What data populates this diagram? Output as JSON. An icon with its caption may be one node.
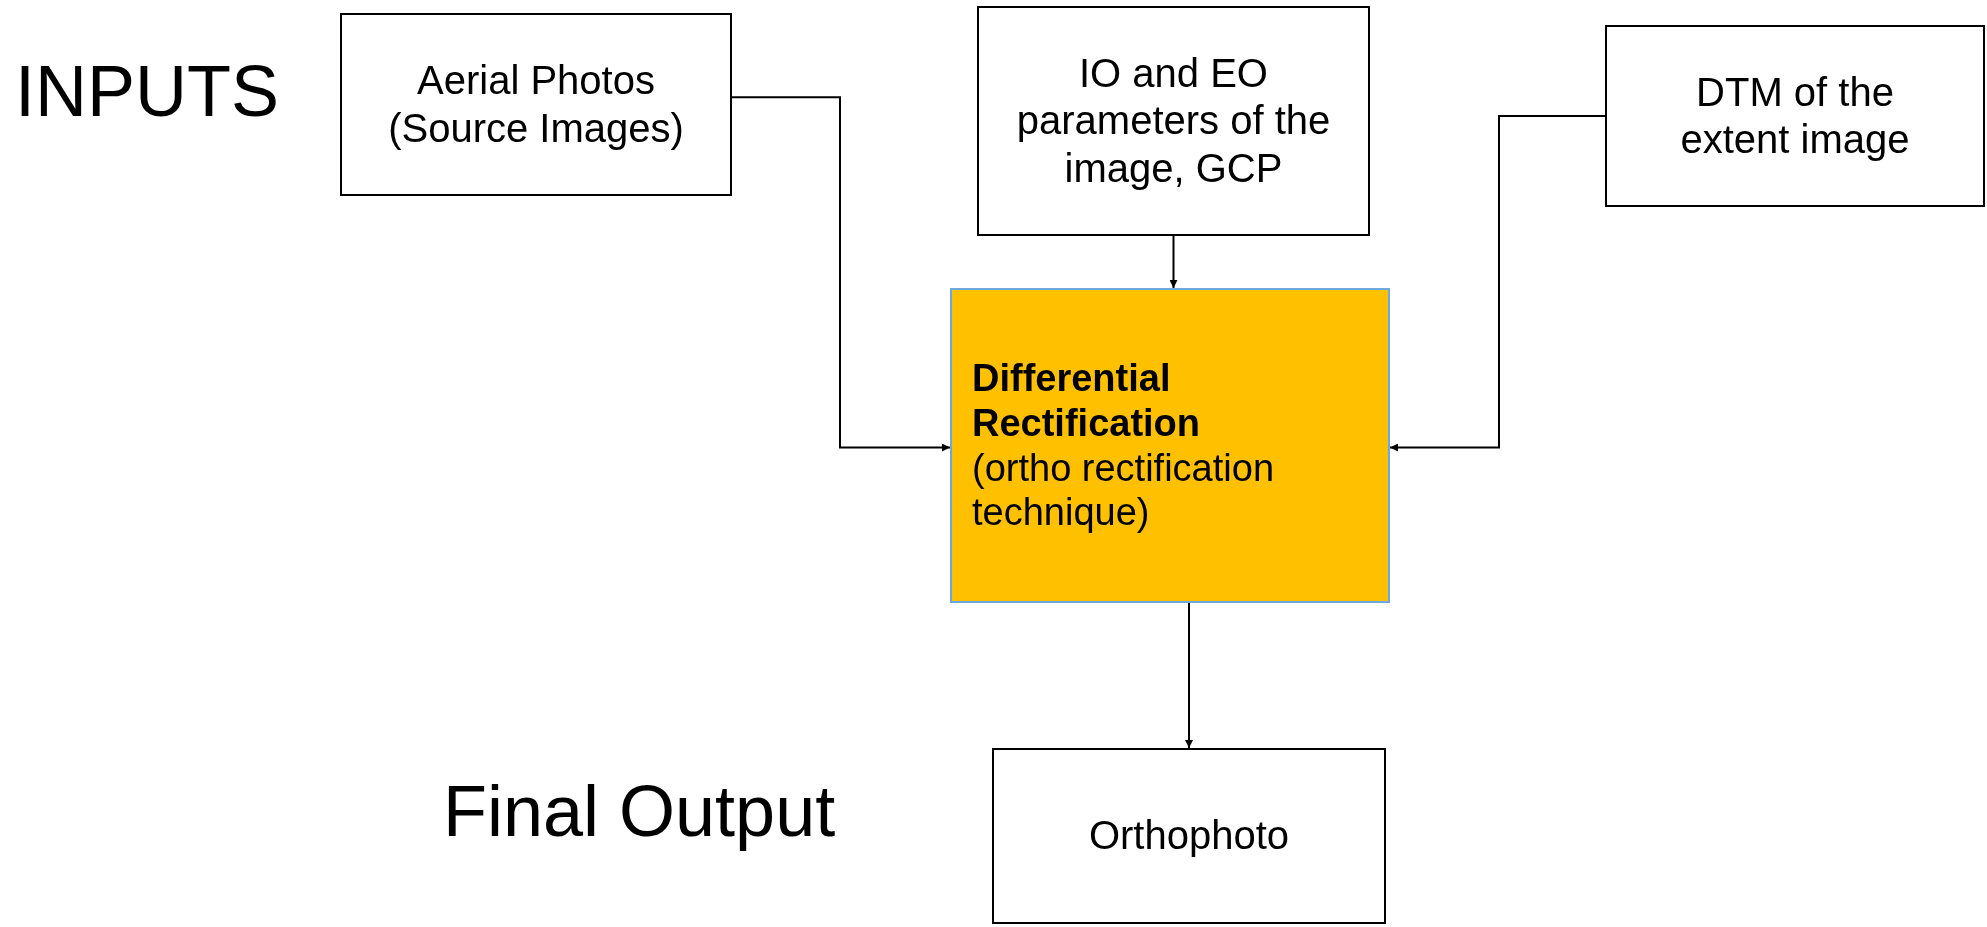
{
  "diagram": {
    "nodes": [
      {
        "text": [
          "Aerial Photos (Source Images)"
        ]
      },
      {
        "text": [
          "IO and EO parameters of the image, GCP"
        ]
      },
      {
        "text": [
          "DTM of the extent image"
        ]
      },
      {
        "text": [
          "**Differential Rectification** (ortho rectification technique)"
        ]
      },
      {
        "text": [
          "Orthophoto"
        ]
      }
    ],
    "edges": [
      {
        "from": 0,
        "to": 3,
        "arrow": "to"
      },
      {
        "from": 1,
        "to": 3,
        "arrow": "to"
      },
      {
        "from": 2,
        "to": 3,
        "arrow": "to"
      },
      {
        "from": 3,
        "to": 4,
        "arrow": "to"
      }
    ],
    "labels": [
      "INPUTS",
      "Final Output"
    ]
  }
}
